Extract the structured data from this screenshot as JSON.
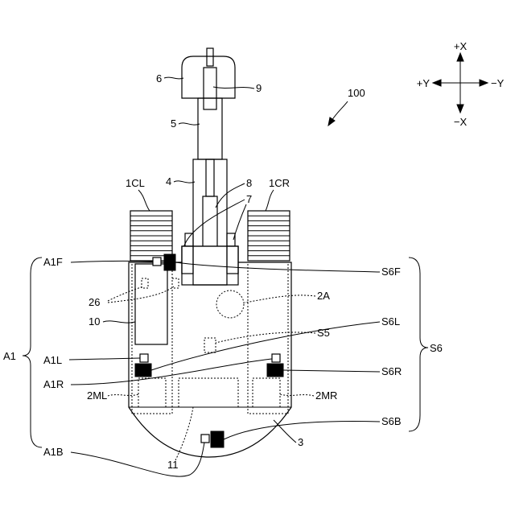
{
  "figure_label": "100",
  "compass": {
    "plus_x": "+X",
    "minus_x": "−X",
    "plus_y": "+Y",
    "minus_y": "−Y"
  },
  "components": {
    "attachment_6": "6",
    "cylinder_9": "9",
    "arm_5": "5",
    "boom_4": "4",
    "cylinder_8": "8",
    "cylinders_7": "7",
    "crawler_left": "1CL",
    "crawler_right": "1CR",
    "upper_body_2a": "2A",
    "controller_10": "10",
    "part_26": "26",
    "sensor_s5": "S5",
    "machine_room_left": "2ML",
    "machine_room_right": "2MR",
    "part_11": "11",
    "counterweight_3": "3"
  },
  "areas": {
    "group": "A1",
    "front": "A1F",
    "left": "A1L",
    "right": "A1R",
    "back": "A1B"
  },
  "sensors": {
    "group": "S6",
    "front": "S6F",
    "left": "S6L",
    "right": "S6R",
    "back": "S6B"
  }
}
